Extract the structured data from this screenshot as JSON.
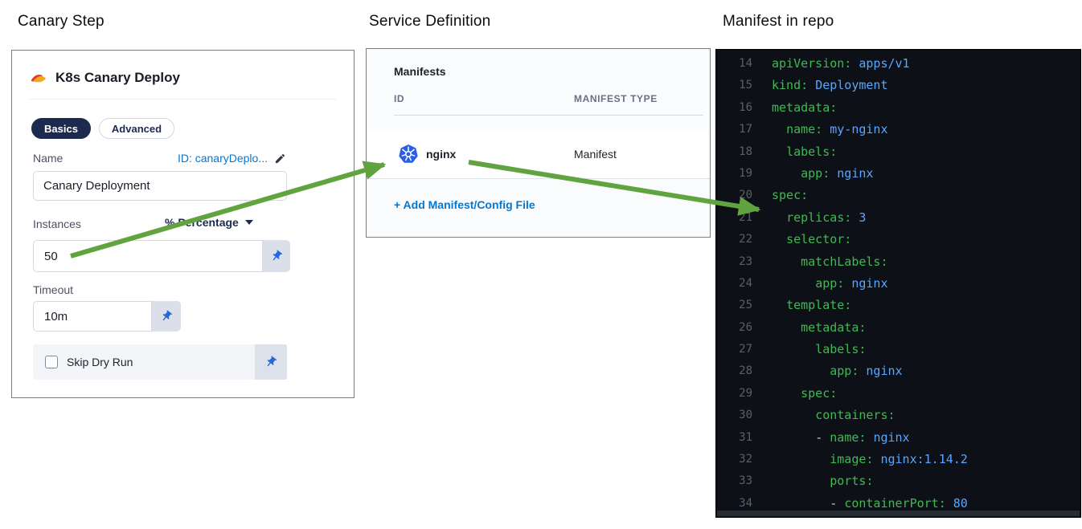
{
  "titles": {
    "left": "Canary Step",
    "middle": "Service Definition",
    "right": "Manifest in repo"
  },
  "canary": {
    "heading": "K8s Canary Deploy",
    "tabs": [
      {
        "label": "Basics",
        "active": true
      },
      {
        "label": "Advanced",
        "active": false
      }
    ],
    "name_label": "Name",
    "id_text": "ID: canaryDeplo...",
    "name_value": "Canary Deployment",
    "instances_label": "Instances",
    "unit_dropdown_value": "% Percentage",
    "instances_value": "50",
    "timeout_label": "Timeout",
    "timeout_value": "10m",
    "skip_dry_run_label": "Skip Dry Run",
    "skip_dry_run_checked": false
  },
  "service": {
    "heading": "Manifests",
    "columns": [
      "ID",
      "MANIFEST TYPE"
    ],
    "rows": [
      {
        "id": "nginx",
        "type": "Manifest",
        "icon": "kubernetes-icon"
      }
    ],
    "add_link": "+ Add Manifest/Config File"
  },
  "code": {
    "first_line_number": 14,
    "last_line_number": 34,
    "lines": [
      {
        "n": 14,
        "i": 0,
        "k": "apiVersion:",
        "v": "apps/v1"
      },
      {
        "n": 15,
        "i": 0,
        "k": "kind:",
        "v": "Deployment"
      },
      {
        "n": 16,
        "i": 0,
        "k": "metadata:"
      },
      {
        "n": 17,
        "i": 2,
        "k": "name:",
        "v": "my-nginx"
      },
      {
        "n": 18,
        "i": 2,
        "k": "labels:"
      },
      {
        "n": 19,
        "i": 4,
        "k": "app:",
        "v": "nginx"
      },
      {
        "n": 20,
        "i": 0,
        "k": "spec:"
      },
      {
        "n": 21,
        "i": 2,
        "k": "replicas:",
        "v": "3"
      },
      {
        "n": 22,
        "i": 2,
        "k": "selector:"
      },
      {
        "n": 23,
        "i": 4,
        "k": "matchLabels:"
      },
      {
        "n": 24,
        "i": 6,
        "k": "app:",
        "v": "nginx"
      },
      {
        "n": 25,
        "i": 2,
        "k": "template:"
      },
      {
        "n": 26,
        "i": 4,
        "k": "metadata:"
      },
      {
        "n": 27,
        "i": 6,
        "k": "labels:"
      },
      {
        "n": 28,
        "i": 8,
        "k": "app:",
        "v": "nginx"
      },
      {
        "n": 29,
        "i": 4,
        "k": "spec:"
      },
      {
        "n": 30,
        "i": 6,
        "k": "containers:"
      },
      {
        "n": 31,
        "i": 6,
        "d": "- ",
        "k": "name:",
        "v": "nginx"
      },
      {
        "n": 32,
        "i": 8,
        "k": "image:",
        "v": "nginx:1.14.2"
      },
      {
        "n": 33,
        "i": 8,
        "k": "ports:"
      },
      {
        "n": 34,
        "i": 8,
        "d": "- ",
        "k": "containerPort:",
        "v": "80"
      }
    ]
  },
  "colors": {
    "arrow_green": "#61a33e",
    "link_blue": "#0278d5",
    "pill_navy": "#1b2a4e",
    "kubernetes_blue": "#2c5de5",
    "pin_blue": "#2767d8",
    "code_bg": "#0d1117",
    "code_key": "#3fb950",
    "code_value": "#58a6ff",
    "code_line_number": "#58606a"
  }
}
